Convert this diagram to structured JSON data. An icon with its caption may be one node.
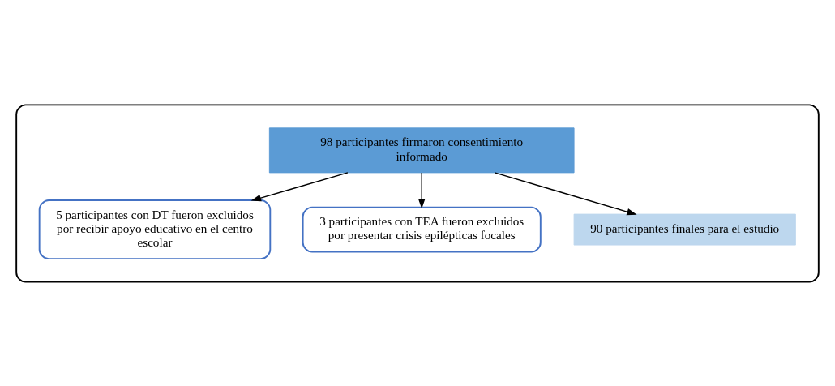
{
  "diagram": {
    "nodes": [
      {
        "text": [],
        "shape": "box"
      },
      {
        "text": [
          "98 participantes firmaron consentimiento informado"
        ],
        "in": 0
      },
      {
        "text": [
          "5 participantes con DT fueron excluidos por recibir apoyo educativo en el centro escolar"
        ],
        "in": 0
      },
      {
        "text": [
          "3 participantes con TEA fueron excluidos por presentar crisis epilépticas focales"
        ],
        "in": 0
      },
      {
        "text": [
          "90 participantes finales para el estudio"
        ],
        "in": 0
      }
    ],
    "edges": [
      {
        "from": 1,
        "to": 2,
        "arrow": "to"
      },
      {
        "from": 1,
        "to": 3,
        "arrow": "to"
      },
      {
        "from": 1,
        "to": 4,
        "arrow": "to"
      }
    ]
  }
}
